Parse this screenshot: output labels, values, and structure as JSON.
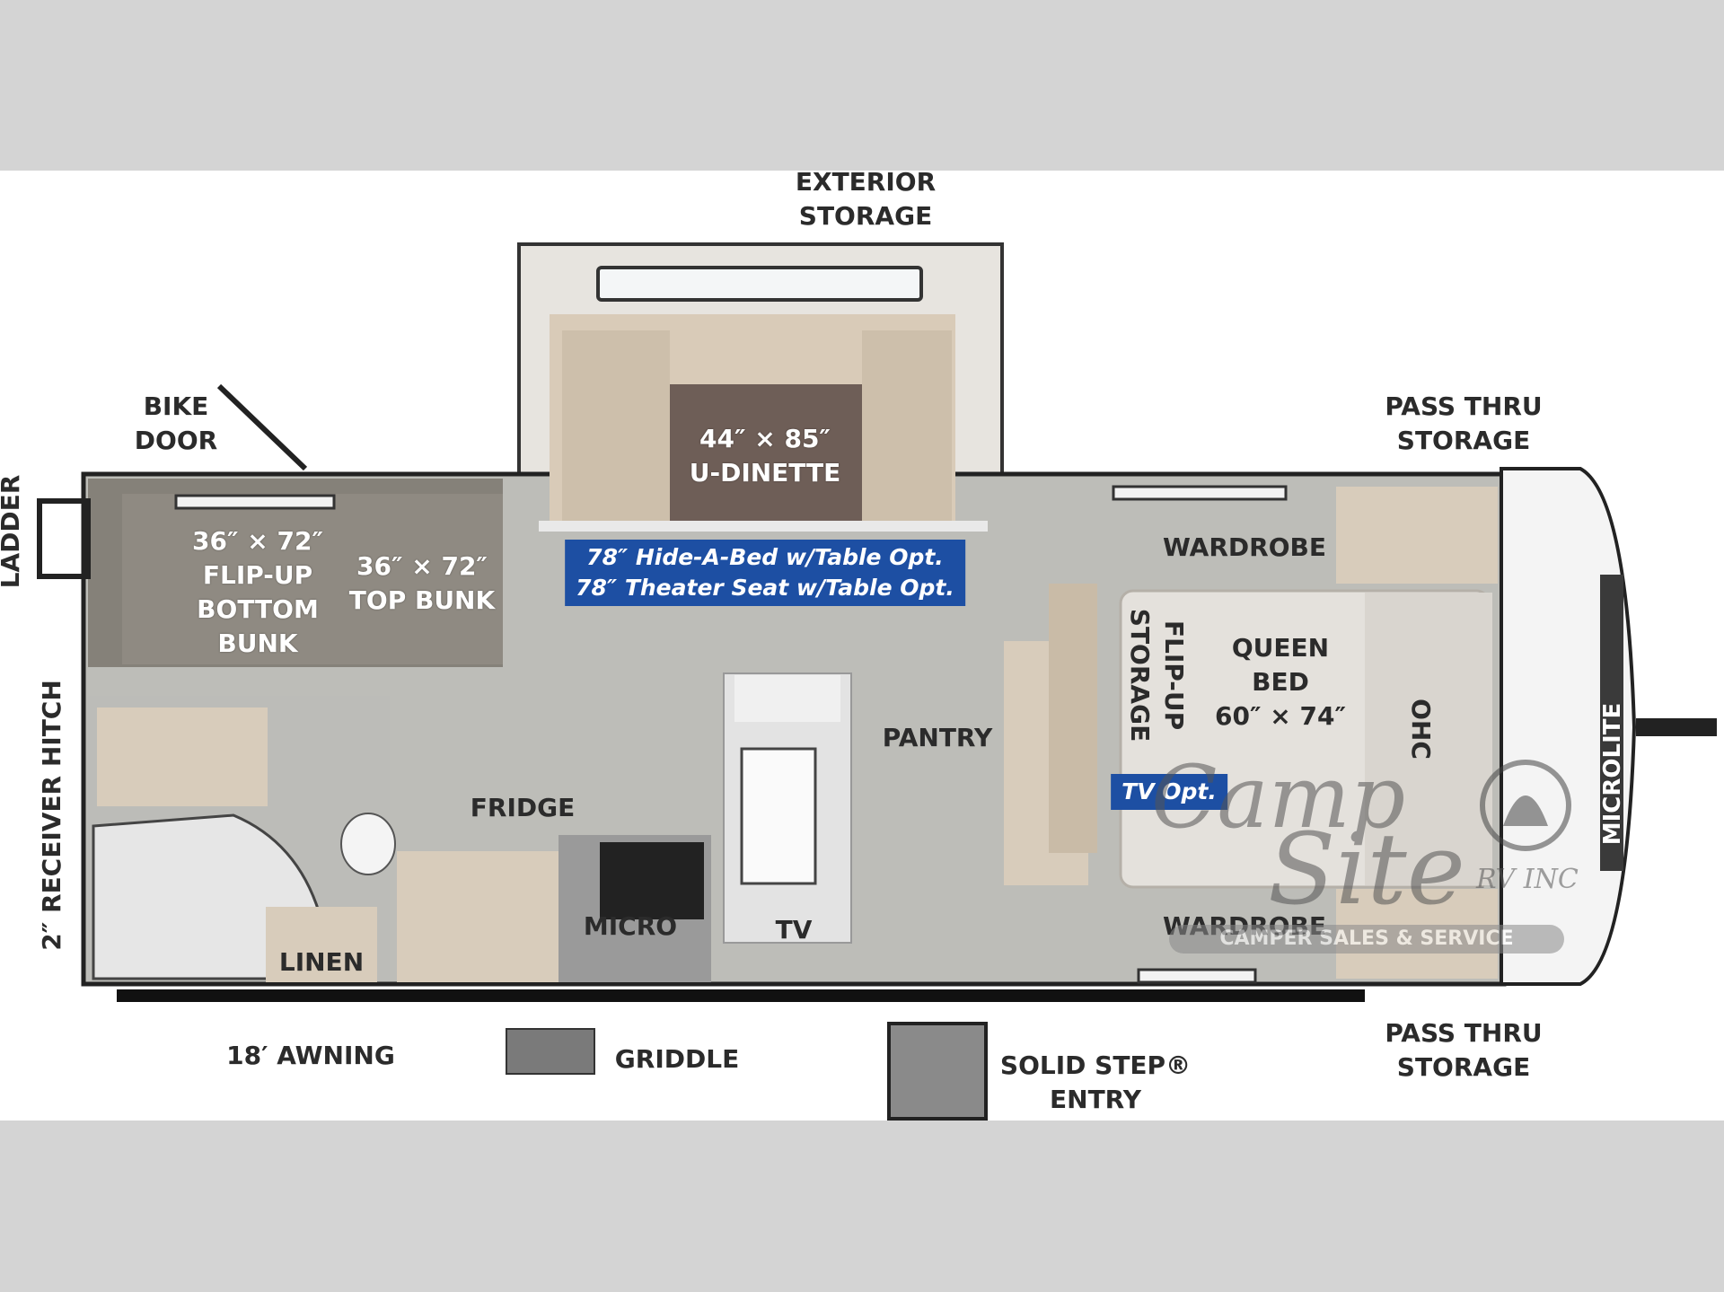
{
  "labels": {
    "exterior_storage": "EXTERIOR\nSTORAGE",
    "bike_door": "BIKE\nDOOR",
    "ladder": "LADDER",
    "receiver_hitch": "2″ RECEIVER HITCH",
    "bottom_bunk": "36″ × 72″\nFLIP-UP\nBOTTOM\nBUNK",
    "top_bunk": "36″ × 72″\nTOP BUNK",
    "u_dinette": "44″ × 85″\nU-DINETTE",
    "pass_thru_top": "PASS THRU\nSTORAGE",
    "pass_thru_bottom": "PASS THRU\nSTORAGE",
    "wardrobe_top": "WARDROBE",
    "wardrobe_bottom": "WARDROBE",
    "flip_up_storage": "FLIP-UP\nSTORAGE",
    "queen_bed": "QUEEN\nBED\n60″ × 74″",
    "ohc": "OHC",
    "pantry": "PANTRY",
    "fridge": "FRIDGE",
    "micro": "MICRO",
    "tv": "TV",
    "linen": "LINEN",
    "awning": "18′ AWNING",
    "griddle": "GRIDDLE",
    "entry": "SOLID STEP®\nENTRY",
    "brand": "MICROLITE"
  },
  "options": {
    "dinette_line1": "78″ Hide-A-Bed w/Table Opt.",
    "dinette_line2": "78″ Theater Seat w/Table Opt.",
    "tv": "TV Opt."
  },
  "watermark": {
    "line1": "Camp",
    "line2": "Site",
    "suffix": "RV INC",
    "tagline": "CAMPER SALES & SERVICE"
  },
  "colors": {
    "background": "#d4d4d4",
    "floor": "#bdbdb8",
    "option_badge": "#1d4fa3",
    "dinette_table": "#6e5e57",
    "cabinet": "#d8ccbb"
  }
}
